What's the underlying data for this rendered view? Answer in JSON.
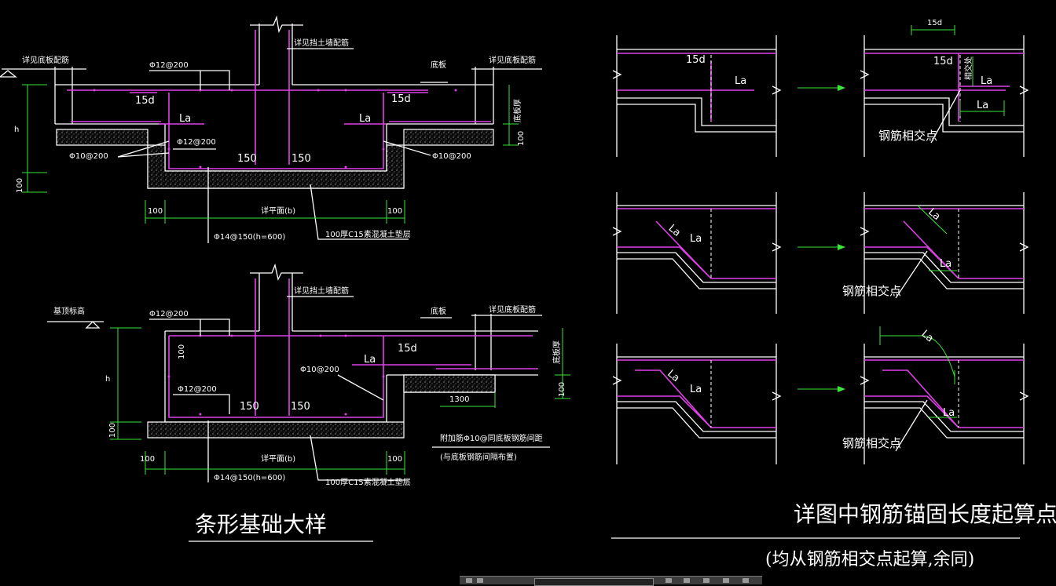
{
  "strip_foundation": {
    "detail1": {
      "labels": {
        "wall_bars": "详见挡土墙配筋",
        "slab_bars_left": "详见底板配筋",
        "slab_bars_right": "详见底板配筋",
        "top_bars": "Φ12@200",
        "bottom_plate": "底板",
        "anchor_left": "15d",
        "anchor_right": "15d",
        "la_left": "La",
        "la_right": "La",
        "inner_bars": "Φ12@200",
        "side_left": "Φ10@200",
        "side_right": "Φ10@200",
        "dim_150a": "150",
        "dim_150b": "150",
        "dim_100l": "100",
        "dim_100r": "100",
        "width": "详平面(b)",
        "main_bars": "Φ14@150(h=600)",
        "cushion": "100厚C15素混凝土垫层",
        "h": "h",
        "dim_100v": "100",
        "slab_thk": "底板厚",
        "dim_100vr": "100"
      }
    },
    "detail2": {
      "labels": {
        "wall_bars": "详见挡土墙配筋",
        "top_bars": "Φ12@200",
        "bottom_plate": "底板",
        "slab_bars": "详见底板配筋",
        "base_level": "基顶标高",
        "h": "h",
        "dim_100v": "100",
        "dim_100vb": "100",
        "anchor": "15d",
        "la": "La",
        "side_bars": "Φ10@200",
        "inner_bars": "Φ12@200",
        "dim_150a": "150",
        "dim_150b": "150",
        "dim_1300": "1300",
        "extra_bars": "附加筋Φ10@同底板钢筋间距",
        "extra_note": "(与底板钢筋间隔布置)",
        "dim_100l": "100",
        "dim_100r": "100",
        "width": "详平面(b)",
        "main_bars": "Φ14@150(h=600)",
        "cushion": "100厚C15素混凝土垫层",
        "slab_thk": "底板厚",
        "dim_100vr": "100"
      }
    },
    "title": "条形基础大样"
  },
  "anchorage": {
    "title": "详图中钢筋锚固长度起算点示意",
    "subtitle": "(均从钢筋相交点起算,余同)",
    "rows": [
      {
        "left": {
          "anchor": "15d",
          "la": "La"
        },
        "right": {
          "dim": "15d",
          "anchor": "15d",
          "slab_thk": "相交处",
          "la1": "La",
          "la2": "La",
          "intersect": "钢筋相交点"
        }
      },
      {
        "left": {
          "la_slope": "La",
          "la": "La"
        },
        "right": {
          "la_slope": "La",
          "la": "La",
          "intersect": "钢筋相交点"
        }
      },
      {
        "left": {
          "la_slope": "La",
          "la": "La"
        },
        "right": {
          "la_slope": "La",
          "la": "La",
          "intersect": "钢筋相交点"
        }
      }
    ]
  },
  "colors": {
    "background": "#000000",
    "rebar": "#e040e8",
    "dimension": "#39e639",
    "outline": "#ffffff"
  }
}
